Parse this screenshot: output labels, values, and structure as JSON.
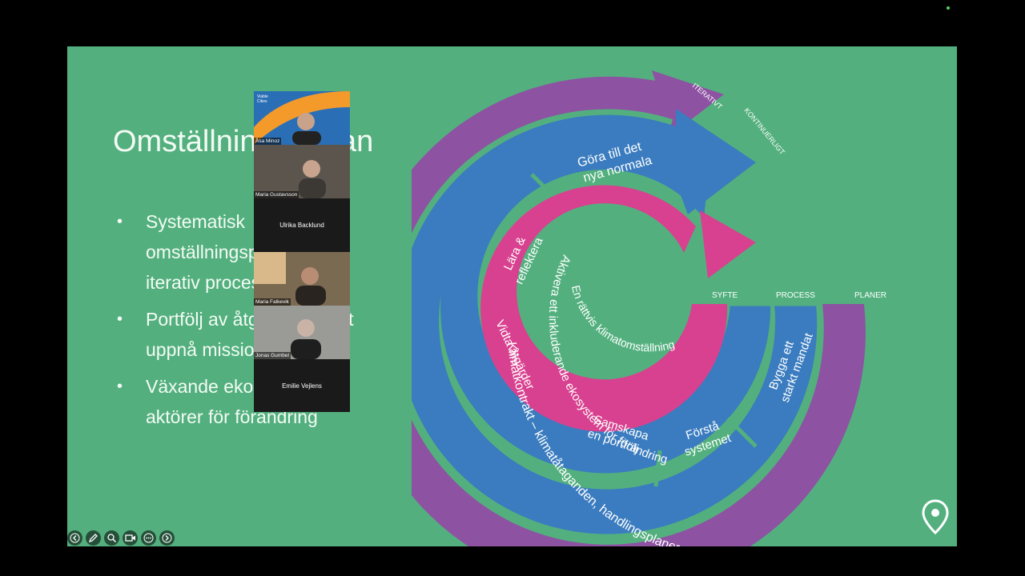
{
  "slide": {
    "title": "Omställningskartan",
    "bullets": [
      "Systematisk omställningsprocess i en iterativ process",
      "Portfölj av åtgärder för att uppnå missionen",
      "Växande ekosystem av aktörer för förändring"
    ]
  },
  "participants": [
    {
      "name": "Åsa Minoz",
      "video": true
    },
    {
      "name": "Maria Gustavsson",
      "video": true
    },
    {
      "name": "Ulrika Backlund",
      "video": false
    },
    {
      "name": "Maria Falkevik",
      "video": true
    },
    {
      "name": "Jonas Gumbel",
      "video": true
    },
    {
      "name": "Emilie Vejlens",
      "video": false
    }
  ],
  "logo_text": "Viable Cities",
  "wheel": {
    "outer_arc_label": "Klimatkontrakt – klimatåtaganden, handlingsplaner och investeringsplan",
    "middle_ring_label": "Aktivera ett inkluderande ekosystem för förändring",
    "inner_label": "En rättvis klimatomställning",
    "tags": {
      "iterativt": "ITERATIVT",
      "kontinuerligt": "KONTINUERLIGT",
      "syfte": "SYFTE",
      "process": "PROCESS",
      "planer": "PLANER"
    },
    "segments": {
      "gora": [
        "Göra till det",
        "nya normala"
      ],
      "lara": [
        "Lära &",
        "reflektera"
      ],
      "vidta": [
        "Vidta åtgärder"
      ],
      "samskapa": [
        "Samskapa",
        "en portfölj"
      ],
      "forsta": [
        "Förstå",
        "systemet"
      ],
      "bygga": [
        "Bygga ett",
        "starkt mandat"
      ]
    },
    "colors": {
      "green": "#53b07e",
      "blue": "#3a7cbf",
      "purple": "#8d52a2",
      "pink": "#d8418f"
    }
  },
  "toolbar": [
    "arrow-left-icon",
    "pen-icon",
    "search-icon",
    "camera-icon",
    "more-icon",
    "arrow-right-icon"
  ]
}
